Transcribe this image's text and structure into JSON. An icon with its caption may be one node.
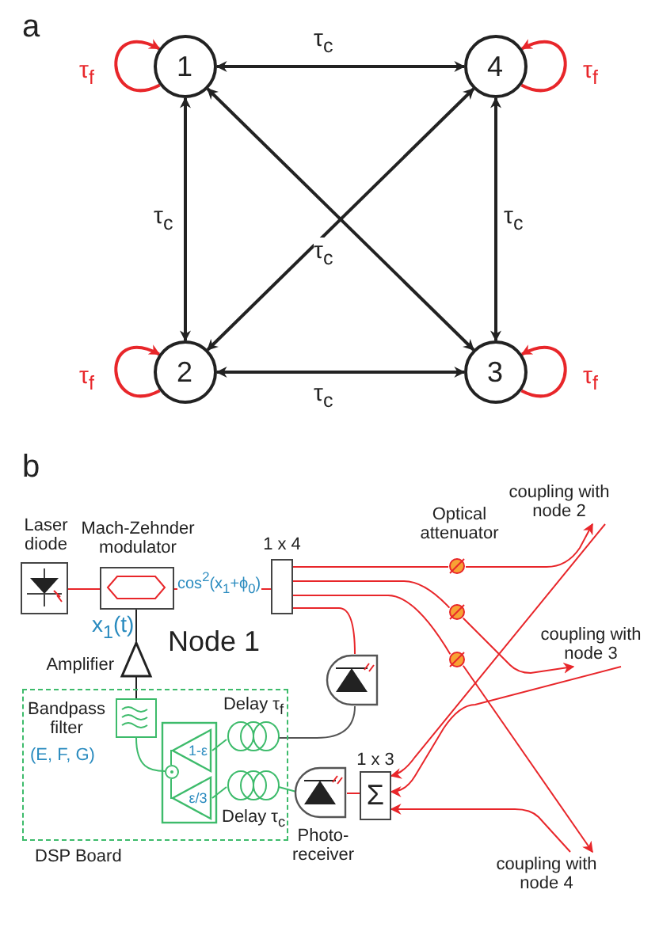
{
  "diagram": {
    "nodes": [
      {
        "text": [
          "1"
        ]
      },
      {
        "text": [
          "4"
        ]
      },
      {
        "text": [
          "2"
        ]
      },
      {
        "text": [
          "3"
        ]
      },
      {
        "text": [
          "Laser diode"
        ]
      },
      {
        "text": [
          "Mach-Zehnder modulator"
        ]
      },
      {
        "text": [
          "1 x 4"
        ]
      },
      {
        "text": [
          "Amplifier"
        ]
      },
      {
        "text": [
          "DSP Board"
        ]
      },
      {
        "text": [
          "Bandpass filter",
          "(E, F, G)"
        ],
        "in": 8
      },
      {
        "text": [],
        "shape": "circle",
        "in": 8
      },
      {
        "text": [
          "1-ε"
        ],
        "in": 8
      },
      {
        "text": [
          "ε/3"
        ],
        "in": 8
      },
      {
        "text": [
          "Delay τ$_{f}$"
        ],
        "in": 8
      },
      {
        "text": [
          "Delay τ$_{c}$"
        ],
        "in": 8
      },
      {
        "text": [],
        "shape": "box"
      },
      {
        "text": [
          "Photo-receiver"
        ]
      },
      {
        "text": [
          "Σ"
        ],
        "beside": [
          "1 x 3"
        ]
      },
      {
        "text": [],
        "shape": "circle"
      },
      {
        "text": [],
        "shape": "circle"
      },
      {
        "text": [],
        "shape": "circle"
      },
      {
        "text": [
          "coupling with node 2"
        ]
      },
      {
        "text": [
          "coupling with node 3"
        ]
      },
      {
        "text": [
          "coupling with node 4"
        ]
      }
    ],
    "edges": [
      {
        "from": 0,
        "to": 1,
        "arrow": "both",
        "label": "τ$_{c}$",
        "color": "#222222"
      },
      {
        "from": 0,
        "to": 2,
        "arrow": "both",
        "label": "τ$_{c}$",
        "color": "#222222"
      },
      {
        "from": 1,
        "to": 3,
        "arrow": "both",
        "label": "τ$_{c}$",
        "color": "#222222"
      },
      {
        "from": 2,
        "to": 3,
        "arrow": "both",
        "label": "τ$_{c}$",
        "color": "#222222"
      },
      {
        "from": 0,
        "to": 3,
        "arrow": "both",
        "color": "#222222"
      },
      {
        "from": 1,
        "to": 2,
        "arrow": "both",
        "label": "τ$_{c}$",
        "color": "#222222"
      },
      {
        "from": 0,
        "to": 0,
        "arrow": "to",
        "label": "τ$_{f}$",
        "color": "#e8262a"
      },
      {
        "from": 1,
        "to": 1,
        "arrow": "to",
        "label": "τ$_{f}$",
        "color": "#e8262a"
      },
      {
        "from": 2,
        "to": 2,
        "arrow": "to",
        "label": "τ$_{f}$",
        "color": "#e8262a"
      },
      {
        "from": 3,
        "to": 3,
        "arrow": "to",
        "label": "τ$_{f}$",
        "color": "#e8262a"
      },
      {
        "from": 4,
        "to": 5,
        "arrow": "none",
        "color": "#e8262a"
      },
      {
        "from": 5,
        "to": 6,
        "arrow": "none",
        "label": "cos$^{2}$(x$_{1}$+ϕ$_{0}$)",
        "color": "#e8262a"
      },
      {
        "from": 5,
        "to": 7,
        "arrow": "none",
        "label": "x$_{1}$(t)",
        "color": "#222222"
      },
      {
        "from": 7,
        "to": 9,
        "arrow": "none",
        "color": "#222222"
      },
      {
        "from": 9,
        "to": 10,
        "arrow": "none",
        "color": "#3dbb6b"
      },
      {
        "from": 10,
        "to": 11,
        "arrow": "none",
        "color": "#3dbb6b"
      },
      {
        "from": 10,
        "to": 12,
        "arrow": "none",
        "color": "#3dbb6b"
      },
      {
        "from": 11,
        "to": 13,
        "arrow": "none",
        "color": "#3dbb6b"
      },
      {
        "from": 12,
        "to": 14,
        "arrow": "none",
        "color": "#3dbb6b"
      },
      {
        "from": 13,
        "to": 15,
        "arrow": "none",
        "color": "#555555"
      },
      {
        "from": 14,
        "to": 16,
        "arrow": "none",
        "color": "#3dbb6b"
      },
      {
        "from": 6,
        "to": 15,
        "arrow": "none",
        "color": "#e8262a"
      },
      {
        "from": 16,
        "to": 17,
        "arrow": "none",
        "color": "#e8262a"
      },
      {
        "from": 6,
        "to": 18,
        "arrow": "none",
        "color": "#e8262a"
      },
      {
        "from": 18,
        "to": 21,
        "arrow": "to",
        "color": "#e8262a"
      },
      {
        "from": 6,
        "to": 19,
        "arrow": "none",
        "color": "#e8262a"
      },
      {
        "from": 19,
        "to": 22,
        "arrow": "to",
        "color": "#e8262a"
      },
      {
        "from": 6,
        "to": 20,
        "arrow": "none",
        "color": "#e8262a"
      },
      {
        "from": 20,
        "to": 23,
        "arrow": "to",
        "color": "#e8262a"
      },
      {
        "from": 21,
        "to": 17,
        "arrow": "to",
        "color": "#e8262a"
      },
      {
        "from": 22,
        "to": 17,
        "arrow": "to",
        "color": "#e8262a"
      },
      {
        "from": 23,
        "to": 17,
        "arrow": "to",
        "color": "#e8262a"
      }
    ],
    "labels": [
      "a",
      "b",
      "Node 1",
      "Optical attenuator"
    ]
  }
}
